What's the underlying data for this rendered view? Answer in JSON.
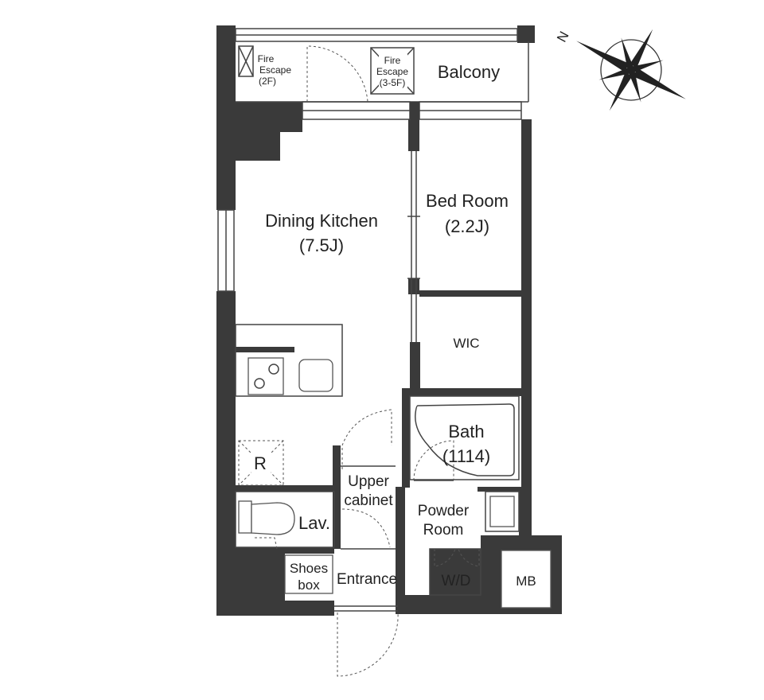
{
  "rooms": {
    "balcony": "Balcony",
    "fire_escape_2f_line1": "Fire",
    "fire_escape_2f_line2": "Escape",
    "fire_escape_2f_line3": "(2F)",
    "fire_escape_35f_line1": "Fire",
    "fire_escape_35f_line2": "Escape",
    "fire_escape_35f_line3": "(3-5F)",
    "dining_kitchen": "Dining Kitchen",
    "dining_kitchen_size": "(7.5J)",
    "bed_room": "Bed Room",
    "bed_room_size": "(2.2J)",
    "wic": "WIC",
    "bath": "Bath",
    "bath_size": "(1114)",
    "refrigerator": "R",
    "upper_cabinet_line1": "Upper",
    "upper_cabinet_line2": "cabinet",
    "powder_room_line1": "Powder",
    "powder_room_line2": "Room",
    "lavatory": "Lav.",
    "shoes_box_line1": "Shoes",
    "shoes_box_line2": "box",
    "entrance": "Entrance",
    "washer_dryer": "W/D",
    "meter_box": "MB"
  },
  "compass": {
    "north_label": "N"
  },
  "colors": {
    "wall": "#3a3a3a",
    "line": "#444444",
    "background": "#ffffff"
  }
}
